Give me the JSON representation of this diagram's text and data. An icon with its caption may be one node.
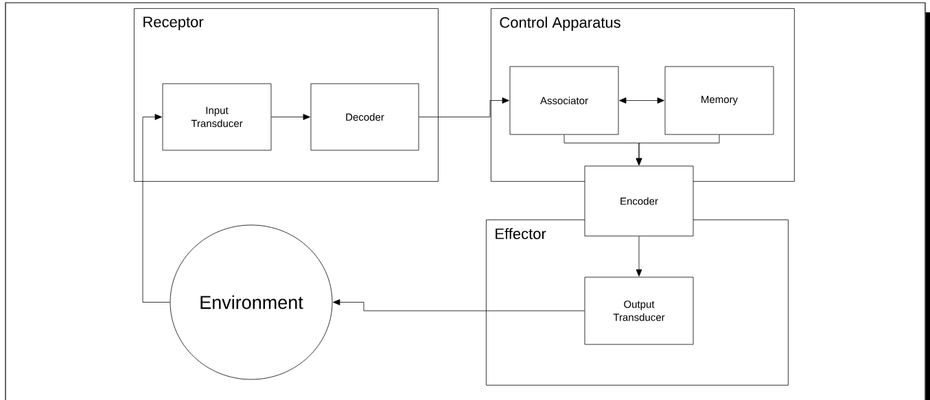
{
  "diagram": {
    "nodes": [
      {
        "text": [
          "Receptor"
        ]
      },
      {
        "text": [
          "Input Transducer"
        ],
        "in": 0
      },
      {
        "text": [
          "Decoder"
        ],
        "in": 0
      },
      {
        "text": [
          "Control Apparatus"
        ]
      },
      {
        "text": [
          "Associator"
        ],
        "in": 3
      },
      {
        "text": [
          "Memory"
        ],
        "in": 3
      },
      {
        "text": [
          "Encoder"
        ]
      },
      {
        "text": [
          "Effector"
        ]
      },
      {
        "text": [
          "Output Transducer"
        ],
        "in": 7
      },
      {
        "text": [
          "Environment"
        ]
      }
    ],
    "edges": [
      {
        "from": 9,
        "to": 1,
        "arrow": "to"
      },
      {
        "from": 1,
        "to": 2,
        "arrow": "to"
      },
      {
        "from": 2,
        "to": 4,
        "arrow": "to"
      },
      {
        "from": 4,
        "to": 5,
        "arrow": "both"
      },
      {
        "from": 4,
        "to": 6,
        "arrow": "to"
      },
      {
        "from": 5,
        "to": 6,
        "arrow": "to"
      },
      {
        "from": 6,
        "to": 8,
        "arrow": "to"
      },
      {
        "from": 8,
        "to": 9,
        "arrow": "to"
      }
    ]
  }
}
